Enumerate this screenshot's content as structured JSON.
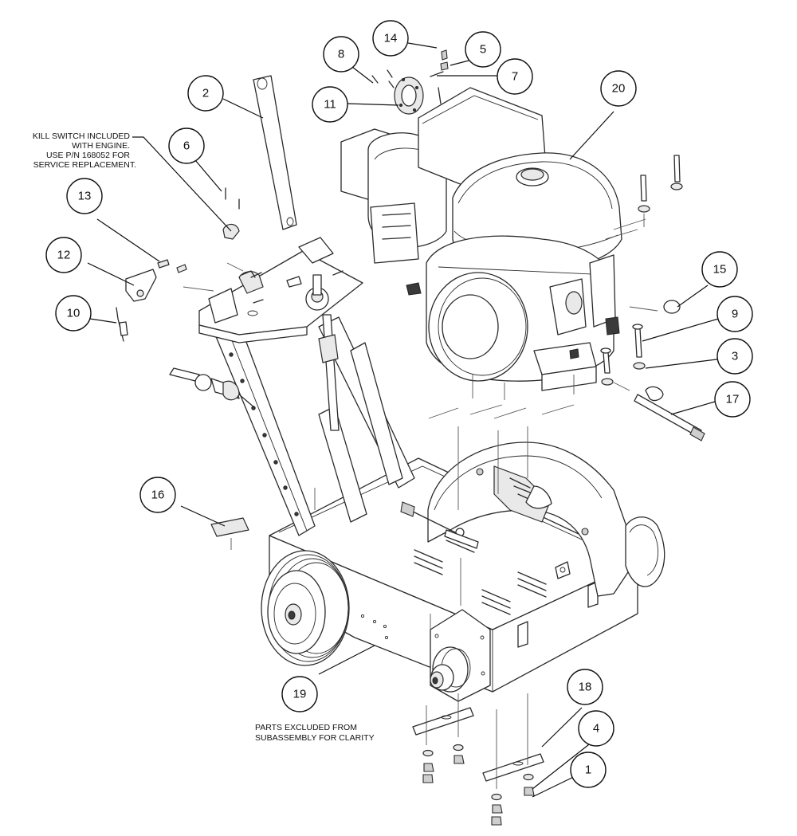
{
  "callouts": [
    {
      "label": "1"
    },
    {
      "label": "2"
    },
    {
      "label": "3"
    },
    {
      "label": "4"
    },
    {
      "label": "5"
    },
    {
      "label": "6"
    },
    {
      "label": "7"
    },
    {
      "label": "8"
    },
    {
      "label": "9"
    },
    {
      "label": "10"
    },
    {
      "label": "11"
    },
    {
      "label": "12"
    },
    {
      "label": "13"
    },
    {
      "label": "14"
    },
    {
      "label": "15"
    },
    {
      "label": "16"
    },
    {
      "label": "17"
    },
    {
      "label": "18"
    },
    {
      "label": "19"
    },
    {
      "label": "20"
    }
  ],
  "notes": {
    "kill_switch": [
      "KILL SWITCH INCLUDED",
      "WITH ENGINE.",
      "USE P/N 168052 FOR",
      "SERVICE REPLACEMENT."
    ],
    "excluded": [
      "PARTS EXCLUDED FROM",
      "SUBASSEMBLY FOR CLARITY"
    ]
  }
}
